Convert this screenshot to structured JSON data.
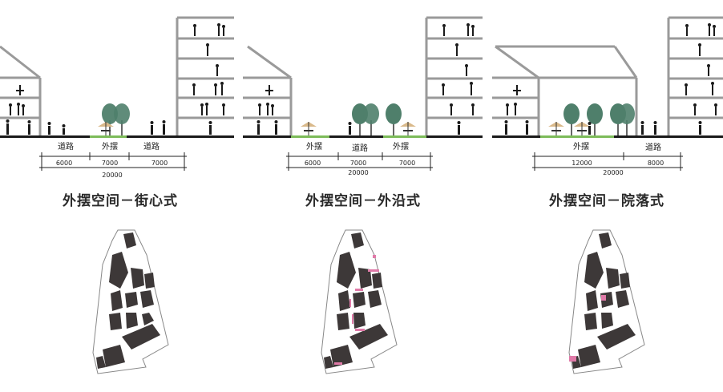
{
  "panels": [
    {
      "title": "外摆空间－街心式",
      "labels": {
        "left": "道路",
        "middle": "外摆",
        "right": "道路"
      },
      "dims": {
        "a": "6000",
        "b": "7000",
        "c": "7000",
        "total": "20000"
      }
    },
    {
      "title": "外摆空间－外沿式",
      "labels": {
        "left": "外摆",
        "middle": "道路",
        "right": "外摆"
      },
      "dims": {
        "a": "6000",
        "b": "7000",
        "c": "7000",
        "total": "20000"
      }
    },
    {
      "title": "外摆空间－院落式",
      "labels": {
        "left": "外摆",
        "right": "道路"
      },
      "dims": {
        "a": "12000",
        "b": "8000",
        "total": "20000"
      }
    }
  ],
  "colors": {
    "building": "#9a9a9a",
    "ground": "#1a1a1a",
    "green_strip": "#7dbb5a",
    "tree": "#4f7f6b",
    "umbrella": "#d9b98a",
    "block": "#3d3838",
    "highlight": "#e07aa8"
  },
  "icons": [
    "people-silhouettes",
    "tree-icon",
    "umbrella-table-icon",
    "site-plan-map"
  ]
}
